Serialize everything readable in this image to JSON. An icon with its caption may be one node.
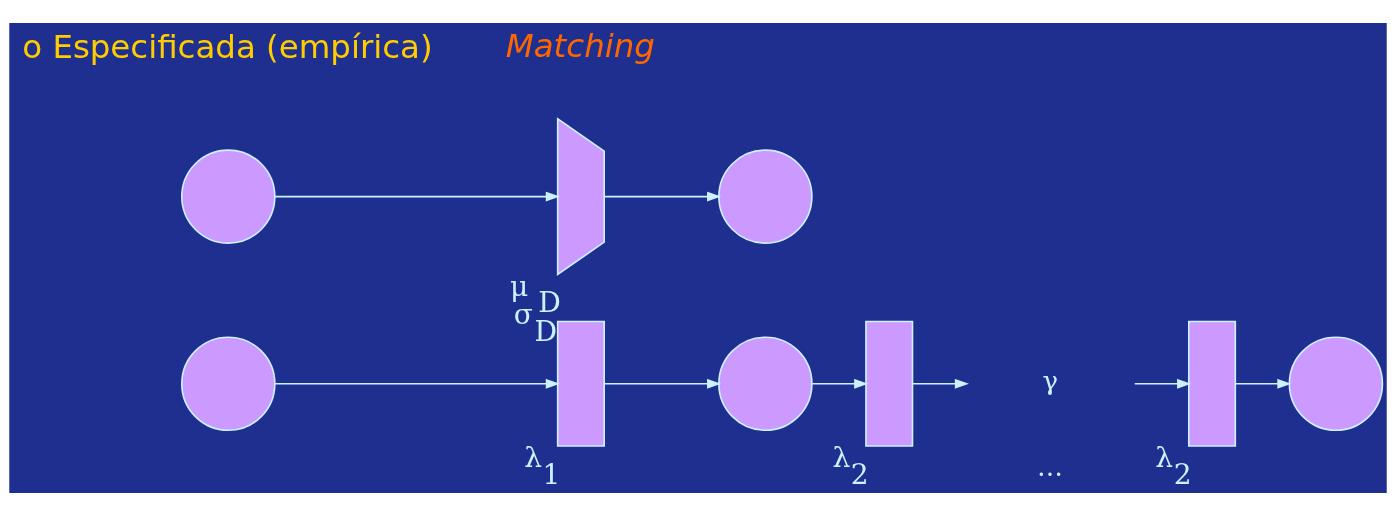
{
  "diagram": {
    "nodes": [
      {
        "text": [],
        "shape": "circle"
      },
      {
        "text": [],
        "shape": "bar",
        "beside": [
          "λ$_{1}$"
        ]
      },
      {
        "text": [],
        "shape": "circle"
      },
      {
        "text": [],
        "shape": "bar",
        "beside": [
          "λ$_{2}$"
        ]
      },
      {
        "text": [],
        "shape": "bar",
        "beside": [
          "λ$_{2}$"
        ]
      },
      {
        "text": [],
        "shape": "circle"
      },
      {
        "text": [],
        "shape": "circle"
      },
      {
        "text": [],
        "shape": "trapezoid",
        "beside": [
          "μ $_{D}$",
          "σ$_{D}$"
        ]
      },
      {
        "text": [],
        "shape": "circle"
      }
    ],
    "edges": [
      {
        "from": 0,
        "to": 1,
        "arrow": "to"
      },
      {
        "from": 1,
        "to": 2,
        "arrow": "to"
      },
      {
        "from": 2,
        "to": 3,
        "arrow": "to"
      },
      {
        "from": 3,
        "to": null,
        "arrow": "to"
      },
      {
        "from": null,
        "to": 4,
        "arrow": "to"
      },
      {
        "from": 4,
        "to": 5,
        "arrow": "to"
      },
      {
        "from": 6,
        "to": 7,
        "arrow": "to"
      },
      {
        "from": 7,
        "to": 8,
        "arrow": "to"
      }
    ],
    "labels": [
      "o Especificada (empírica)",
      "Matching",
      "γ",
      "…"
    ]
  }
}
